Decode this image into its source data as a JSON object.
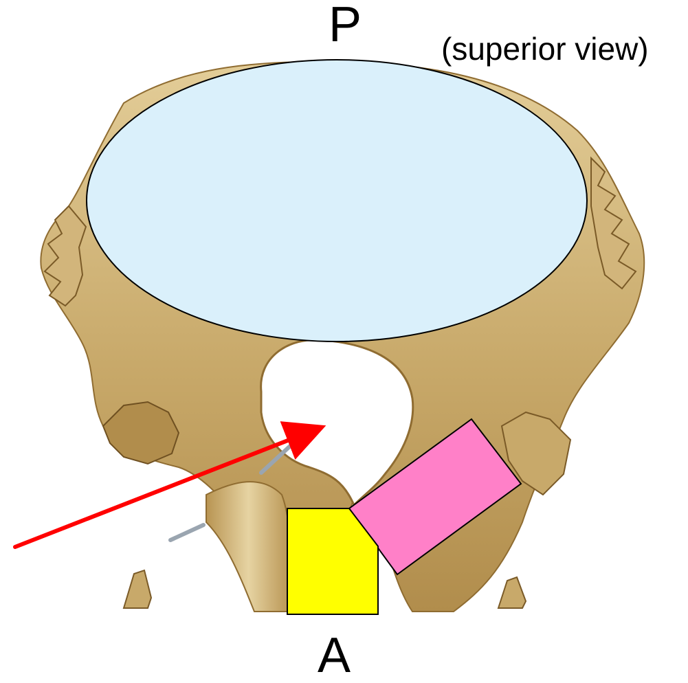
{
  "labels": {
    "posterior": "P",
    "anterior": "A",
    "view": "(superior view)"
  },
  "colors": {
    "background": "#ffffff",
    "bone_fill": "#c8a96a",
    "bone_light": "#e3cd98",
    "bone_dark": "#8f6c31",
    "ellipse_fill": "#daf0fb",
    "pink_fill": "#ff80c8",
    "yellow_fill": "#ffff00",
    "arrow": "#ff0000",
    "wire": "#9aa5b0",
    "outline": "#000000"
  },
  "icons": {
    "pelvis": "pelvic-bone-illustration",
    "arrow": "red-arrow-icon",
    "wire": "metal-wire-probe"
  }
}
